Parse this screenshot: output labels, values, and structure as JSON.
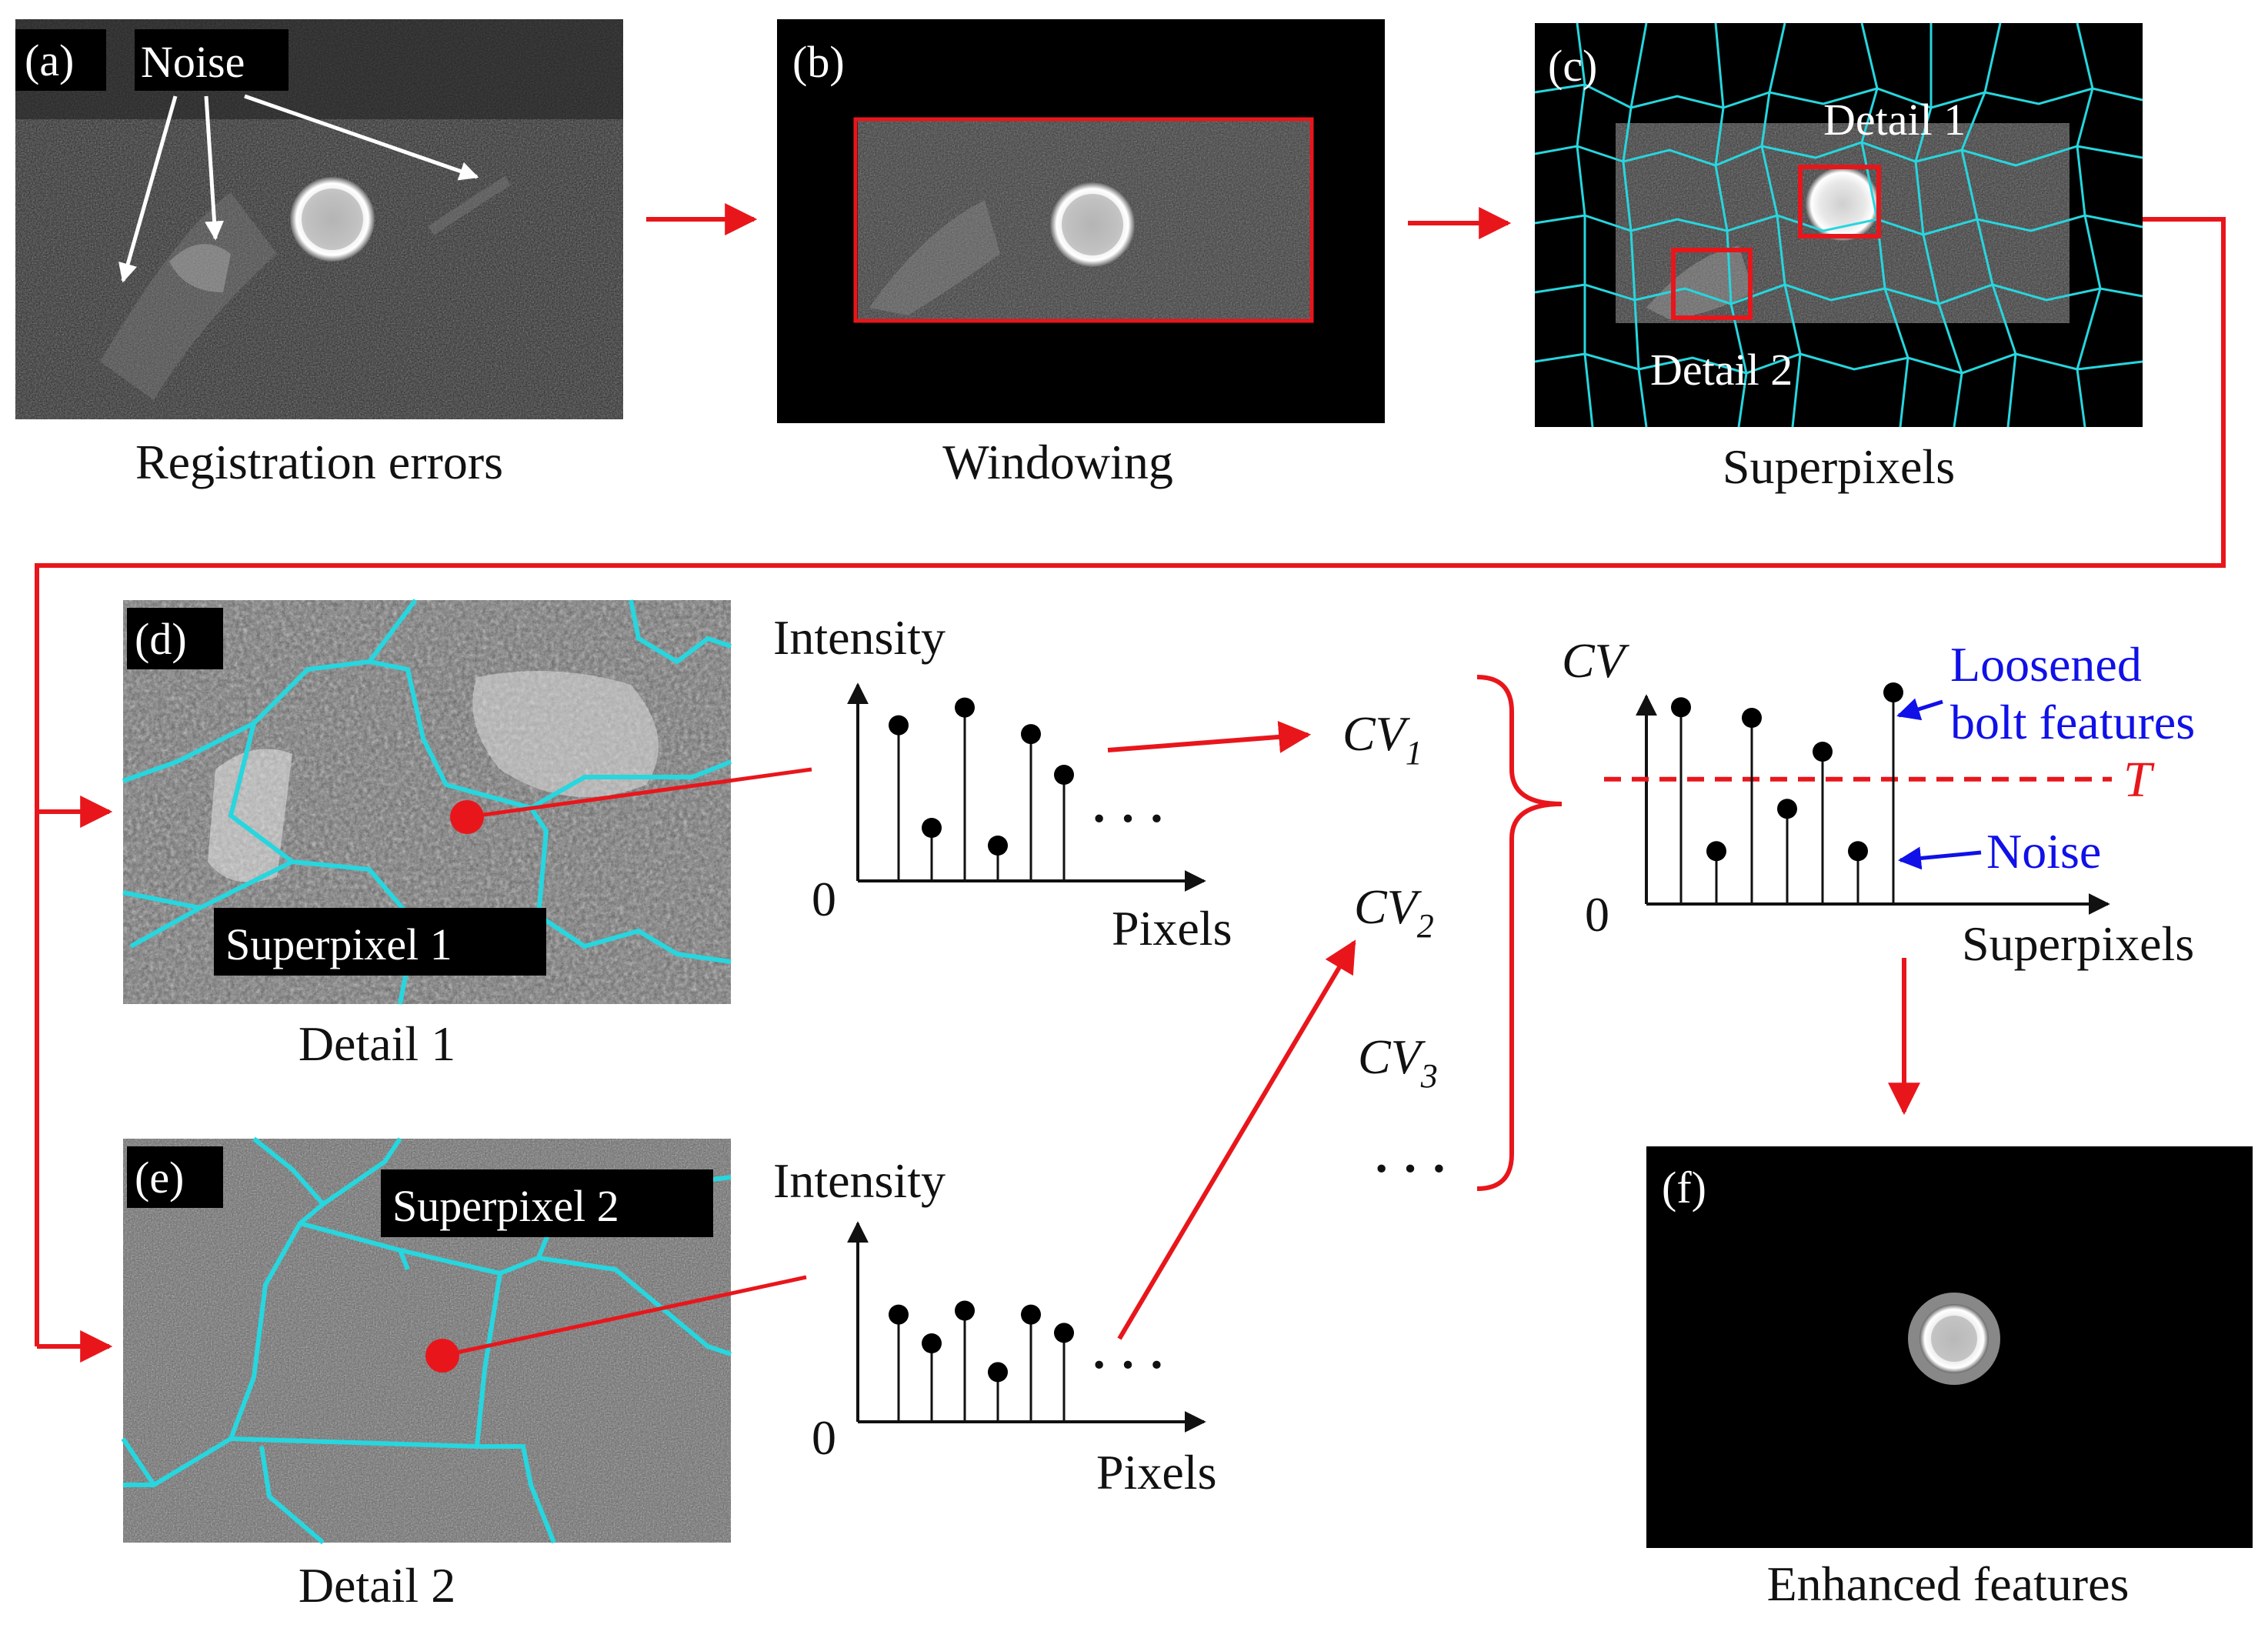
{
  "panels": {
    "a": {
      "tag": "(a)",
      "caption": "Registration errors",
      "noise_label": "Noise"
    },
    "b": {
      "tag": "(b)",
      "caption": "Windowing"
    },
    "c": {
      "tag": "(c)",
      "caption": "Superpixels",
      "detail1": "Detail 1",
      "detail2": "Detail 2"
    },
    "d": {
      "tag": "(d)",
      "caption": "Detail 1",
      "superpixel_label": "Superpixel 1"
    },
    "e": {
      "tag": "(e)",
      "caption": "Detail 2",
      "superpixel_label": "Superpixel 2"
    },
    "f": {
      "tag": "(f)",
      "caption": "Enhanced features"
    }
  },
  "plot1": {
    "ylabel": "Intensity",
    "xlabel": "Pixels",
    "zero": "0",
    "dots": "· · ·",
    "values": [
      0.88,
      0.3,
      0.98,
      0.2,
      0.83,
      0.6
    ]
  },
  "plot2": {
    "ylabel": "Intensity",
    "xlabel": "Pixels",
    "zero": "0",
    "dots": "· · ·",
    "values": [
      0.82,
      0.6,
      0.85,
      0.38,
      0.82,
      0.68
    ]
  },
  "cv_list": {
    "cv1_base": "CV",
    "cv1_sub": "1",
    "cv2_base": "CV",
    "cv2_sub": "2",
    "cv3_base": "CV",
    "cv3_sub": "3",
    "dots": "· · ·"
  },
  "plot3": {
    "ylabel": "CV",
    "xlabel": "Superpixels",
    "zero": "0",
    "threshold_label": "T",
    "threshold": 0.59,
    "values": [
      0.93,
      0.25,
      0.88,
      0.45,
      0.72,
      0.25,
      1.0
    ],
    "loosened_line1": "Loosened",
    "loosened_line2": "bolt features",
    "noise_label": "Noise"
  },
  "colors": {
    "arrow": "#e8161b",
    "superpixel_edge": "#27d6de",
    "annotation_blue": "#1010e8"
  }
}
